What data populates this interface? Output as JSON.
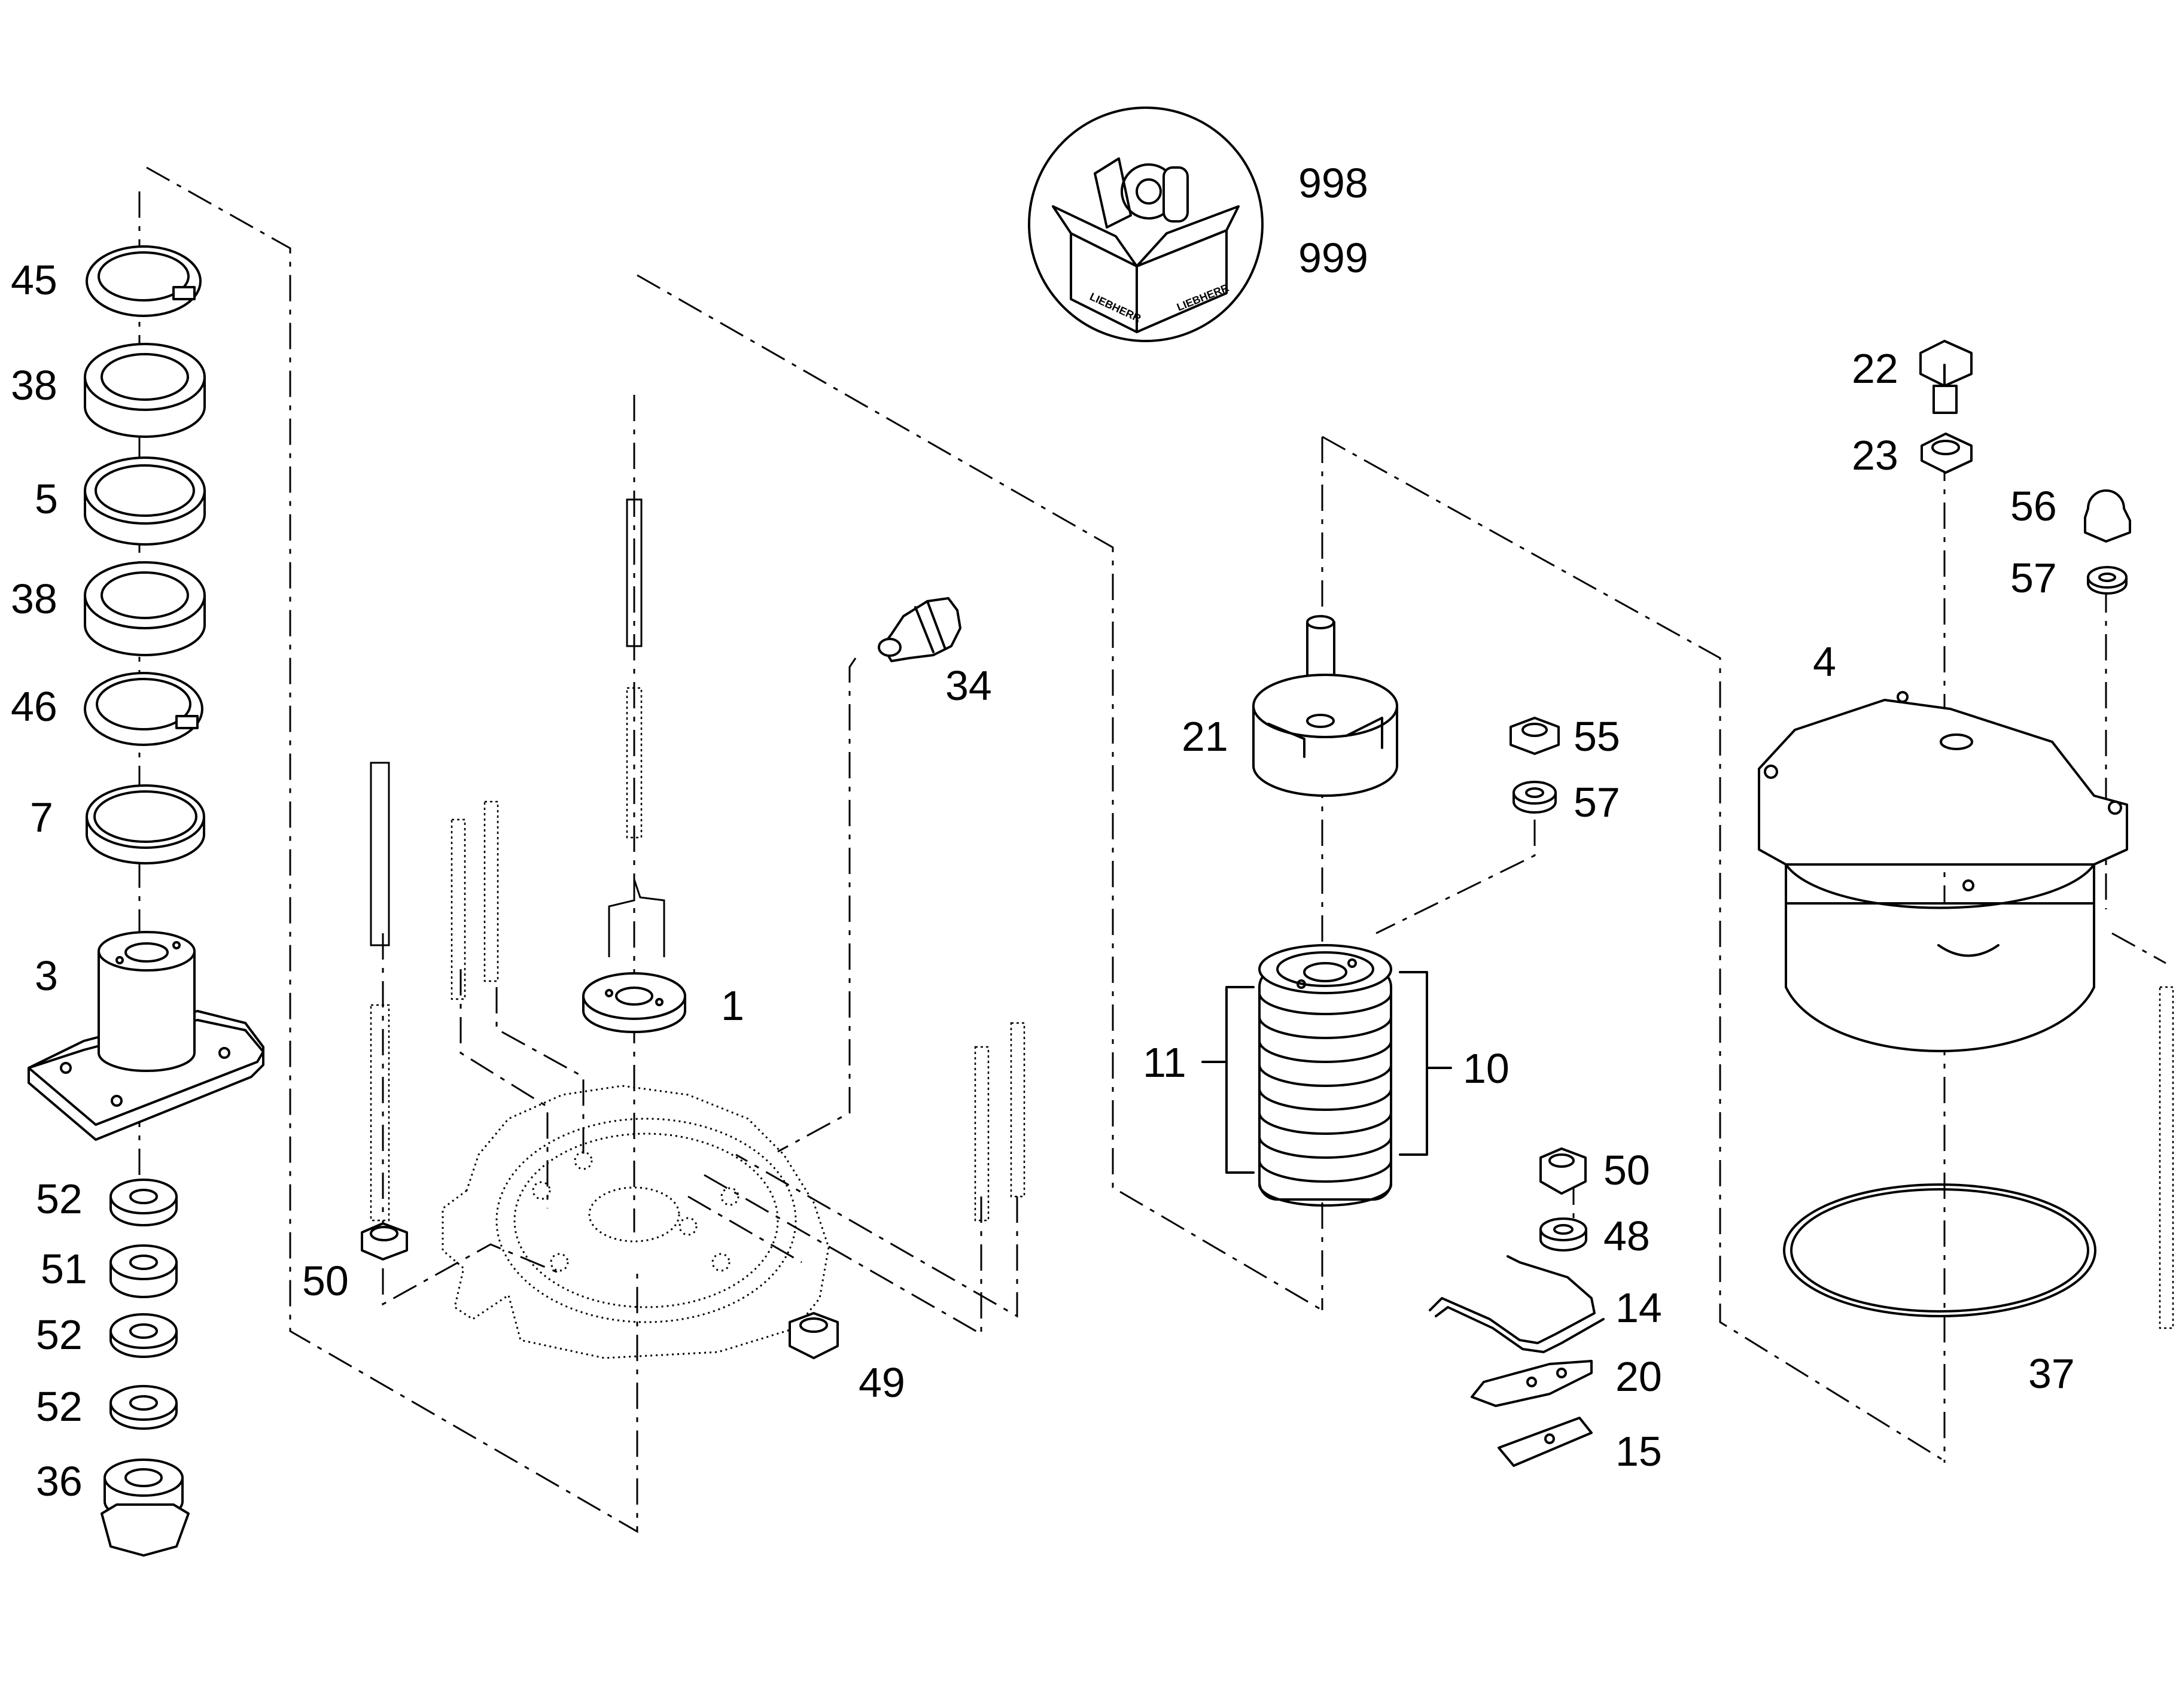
{
  "labels": {
    "p45": "45",
    "p38a": "38",
    "p5": "5",
    "p38b": "38",
    "p46": "46",
    "p7": "7",
    "p3": "3",
    "p52a": "52",
    "p51": "51",
    "p52b": "52",
    "p52c": "52",
    "p36": "36",
    "p50a": "50",
    "p1": "1",
    "p34": "34",
    "p49": "49",
    "p998": "998",
    "p999": "999",
    "p21": "21",
    "p55": "55",
    "p57a": "57",
    "p11": "11",
    "p10": "10",
    "p50b": "50",
    "p48": "48",
    "p14": "14",
    "p20": "20",
    "p15": "15",
    "p22": "22",
    "p23": "23",
    "p56": "56",
    "p57b": "57",
    "p4": "4",
    "p37": "37"
  },
  "kit_box": {
    "brand_text": "LIEBHERR"
  }
}
